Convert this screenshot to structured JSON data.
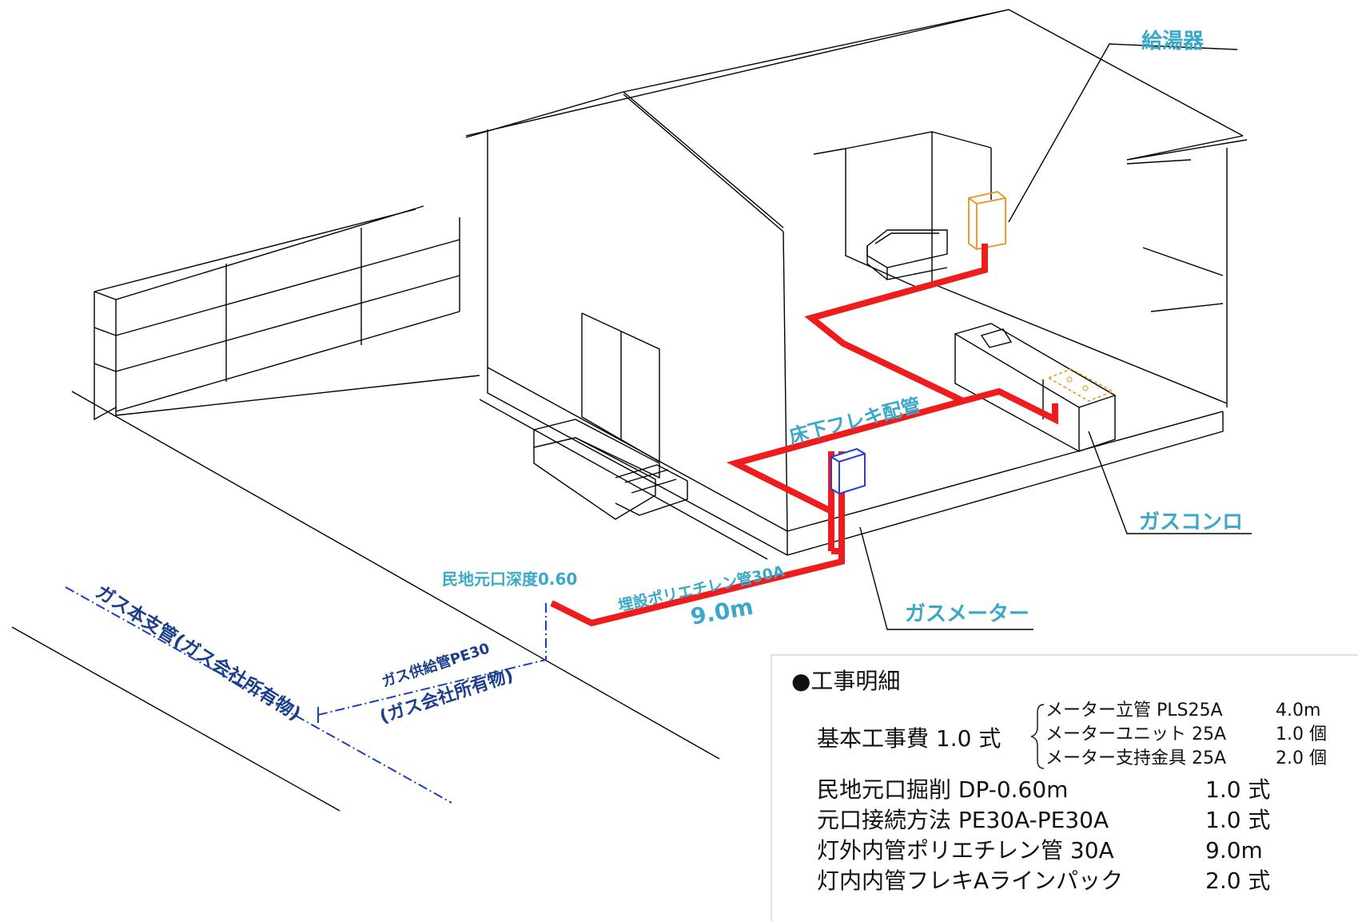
{
  "labels": {
    "water_heater": "給湯器",
    "gas_stove": "ガスコンロ",
    "gas_meter": "ガスメーター",
    "underfloor_flex": "床下フレキ配管",
    "private_valve_depth": "民地元口深度0.60",
    "buried_pipe": "埋設ポリエチレン管30A",
    "buried_length": "9.0m",
    "gas_main": "ガス本支管(ガス会社所有物)",
    "supply_pipe": "ガス供給管PE30",
    "supply_pipe_owner": "(ガス会社所有物)"
  },
  "work_details": {
    "title": "●工事明細",
    "basic_label": "基本工事費 1.0 式",
    "basic_items": [
      {
        "name": "メーター立管 PLS25A",
        "qty": "4.0m"
      },
      {
        "name": "メーターユニット 25A",
        "qty": "1.0 個"
      },
      {
        "name": "メーター支持金具 25A",
        "qty": "2.0 個"
      }
    ],
    "items": [
      {
        "name": "民地元口掘削 DP-0.60m",
        "qty": "1.0 式"
      },
      {
        "name": "元口接続方法 PE30A-PE30A",
        "qty": "1.0 式"
      },
      {
        "name": "灯外内管ポリエチレン管 30A",
        "qty": "9.0m"
      },
      {
        "name": "灯内内管フレキAラインパック",
        "qty": "2.0 式"
      }
    ]
  },
  "colors": {
    "pipe": "#ee1c1c",
    "label_blue": "#3aa8c8",
    "label_dark": "#1c3f8c",
    "dash_line": "#1a3fbf",
    "water_heater": "#e8941a",
    "gas_meter": "#2a3fd0"
  }
}
